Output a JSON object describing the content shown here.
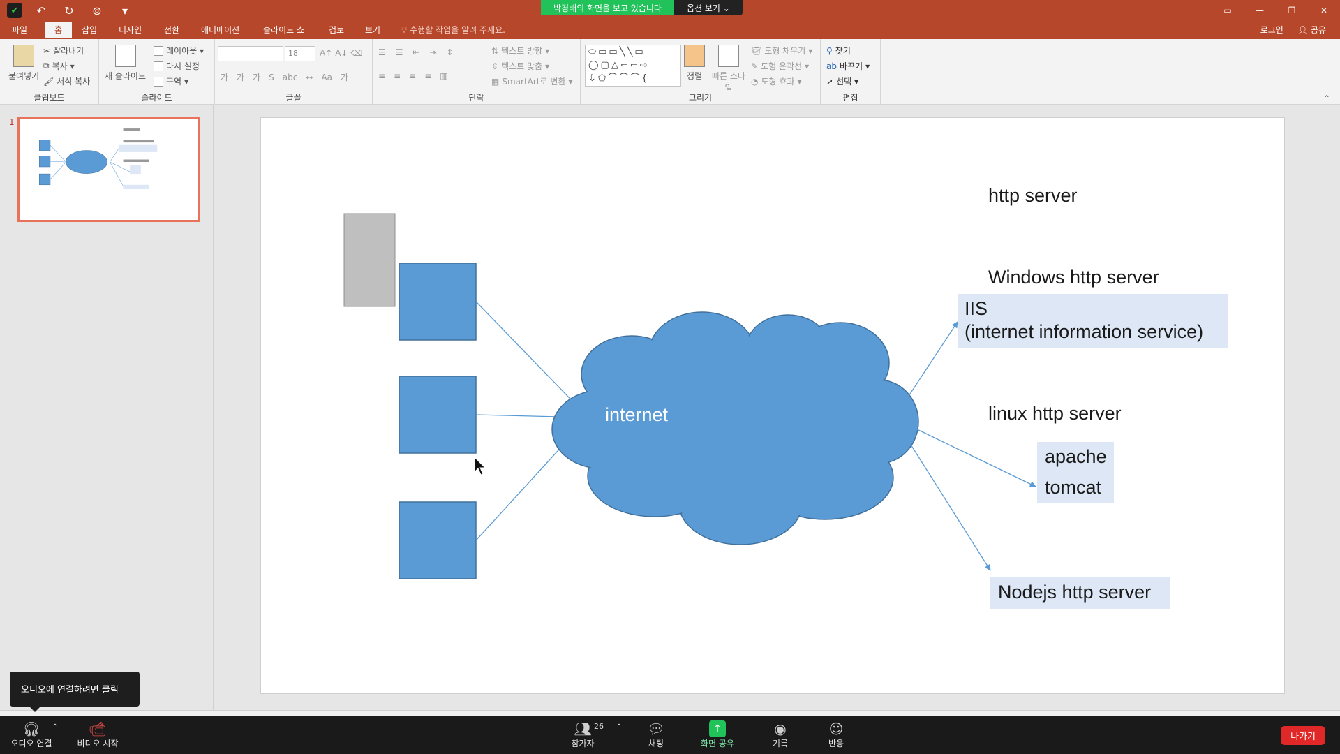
{
  "share_banner": {
    "viewing": "박경배의 화면을 보고 있습니다",
    "view_options": "옵션 보기"
  },
  "menu": {
    "tabs": [
      "파일",
      "홈",
      "삽입",
      "디자인",
      "전환",
      "애니메이션",
      "슬라이드 쇼",
      "검토",
      "보기"
    ],
    "tell_me": "수행할 작업을 알려 주세요.",
    "login": "로그인",
    "share": "공유"
  },
  "ribbon": {
    "clipboard": {
      "label": "클립보드",
      "paste": "붙여넣기",
      "cut": "잘라내기",
      "copy": "복사",
      "format_painter": "서식 복사"
    },
    "slides": {
      "label": "슬라이드",
      "new_slide": "새 슬라이드",
      "layout": "레이아웃",
      "reset": "다시 설정",
      "section": "구역"
    },
    "font": {
      "label": "글꼴",
      "font_name": "",
      "font_size": "18"
    },
    "paragraph": {
      "label": "단락",
      "text_direction": "텍스트 방향",
      "align_text": "텍스트 맞춤",
      "smartart": "SmartArt로 변환"
    },
    "drawing": {
      "label": "그리기",
      "arrange": "정렬",
      "quick_styles": "빠른 스타일",
      "shape_fill": "도형 채우기",
      "shape_outline": "도형 윤곽선",
      "shape_effects": "도형 효과"
    },
    "editing": {
      "label": "편집",
      "find": "찾기",
      "replace": "바꾸기",
      "select": "선택"
    }
  },
  "thumbnail": {
    "number": "1"
  },
  "slide": {
    "cloud_label": "internet",
    "title": "http server",
    "windows_heading": "Windows http server",
    "iis_line1": "IIS",
    "iis_line2": "(internet information service)",
    "linux_heading": "linux http server",
    "apache": "apache",
    "tomcat": "tomcat",
    "nodejs": "Nodejs http server"
  },
  "colors": {
    "accent": "#b7472a",
    "shape_blue": "#5b9bd5",
    "shape_gray": "#bfbfbf",
    "textbox_fill": "#dde7f5",
    "zoom_green": "#22c25a"
  },
  "zoom": {
    "audio": "오디오 연결",
    "video": "비디오 시작",
    "participants": "참가자",
    "participants_count": "26",
    "chat": "채팅",
    "share_screen": "화면 공유",
    "record": "기록",
    "reactions": "반응",
    "leave": "나가기",
    "tooltip": "오디오에 연결하려면 클릭"
  }
}
